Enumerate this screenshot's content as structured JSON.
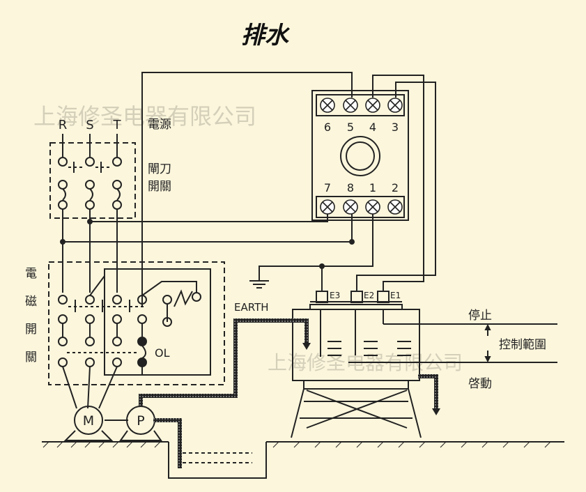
{
  "title": "排水",
  "watermark": "上海修圣电器有限公司",
  "phases": [
    "R",
    "S",
    "T"
  ],
  "labels": {
    "power": "電源",
    "knife_switch_line1": "閘刀",
    "knife_switch_line2": "開關",
    "magnetic_switch": [
      "電",
      "磁",
      "開",
      "關"
    ],
    "overload": "OL",
    "earth": "EARTH",
    "motor": "M",
    "pump": "P",
    "stop": "停止",
    "control_range": "控制範圍",
    "start": "啓動"
  },
  "relay": {
    "top_terminals": [
      "6",
      "5",
      "4",
      "3"
    ],
    "bottom_terminals": [
      "7",
      "8",
      "1",
      "2"
    ]
  },
  "electrodes": [
    "E3",
    "E2",
    "E1"
  ],
  "colors": {
    "background": "#fbf6dc",
    "line": "#222222",
    "watermark": "#c8c3ae"
  }
}
